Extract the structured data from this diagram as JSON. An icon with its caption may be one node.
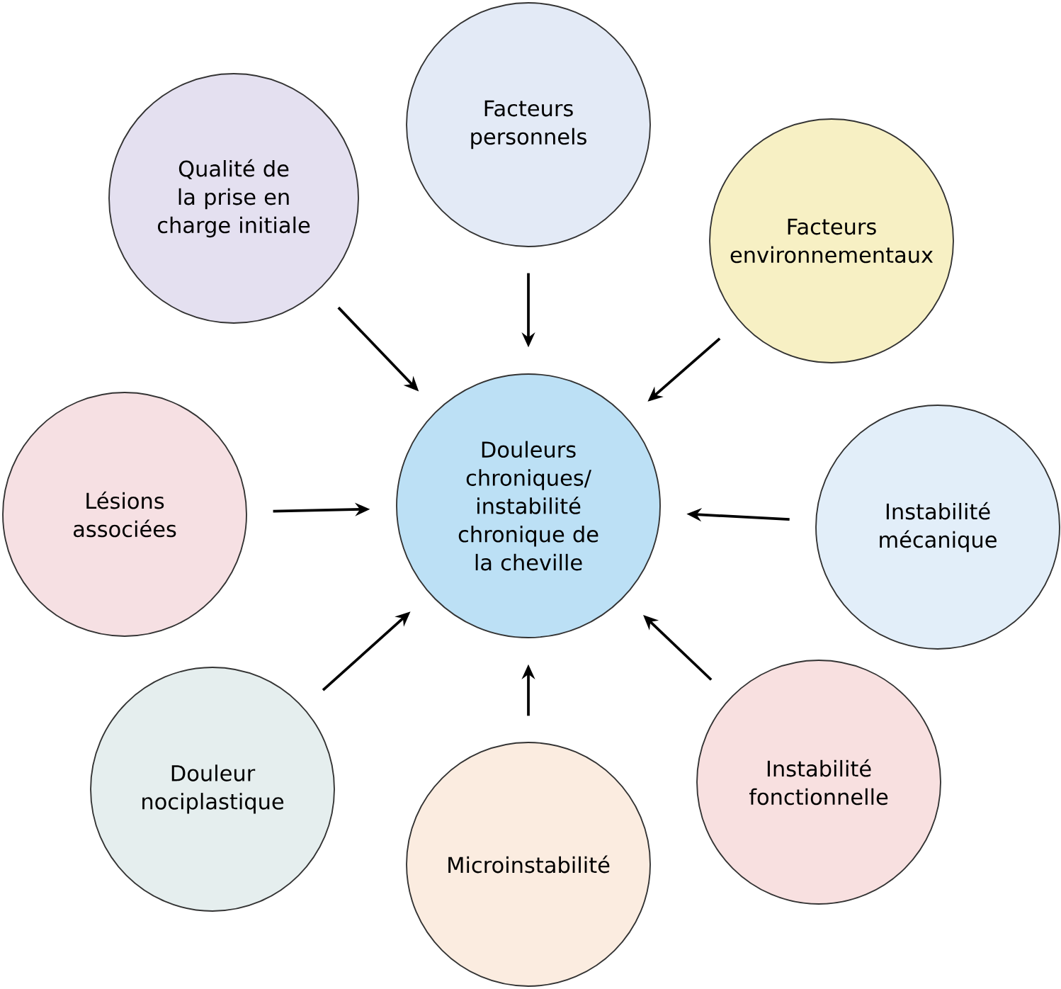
{
  "diagram": {
    "nodes": [
      {
        "text": [
          "Facteurs personnels"
        ]
      },
      {
        "text": [
          "Qualité de la prise en charge initiale"
        ]
      },
      {
        "text": [
          "Facteurs environnementaux"
        ]
      },
      {
        "text": [
          "Lésions associées"
        ]
      },
      {
        "text": [
          "Douleurs chroniques/ instabilité chronique de la cheville"
        ]
      },
      {
        "text": [
          "Instabilité mécanique"
        ]
      },
      {
        "text": [
          "Douleur nociplastique"
        ]
      },
      {
        "text": [
          "Instabilité fonctionnelle"
        ]
      },
      {
        "text": [
          "Microinstabilité"
        ]
      }
    ],
    "edges": [
      {
        "from": 0,
        "to": 4,
        "arrow": "to"
      },
      {
        "from": 1,
        "to": 4,
        "arrow": "to"
      },
      {
        "from": 2,
        "to": 4,
        "arrow": "to"
      },
      {
        "from": 3,
        "to": 4,
        "arrow": "to"
      },
      {
        "from": 5,
        "to": 4,
        "arrow": "to"
      },
      {
        "from": 6,
        "to": 4,
        "arrow": "to"
      },
      {
        "from": 7,
        "to": 4,
        "arrow": "to"
      },
      {
        "from": 8,
        "to": 4,
        "arrow": "to"
      }
    ]
  }
}
